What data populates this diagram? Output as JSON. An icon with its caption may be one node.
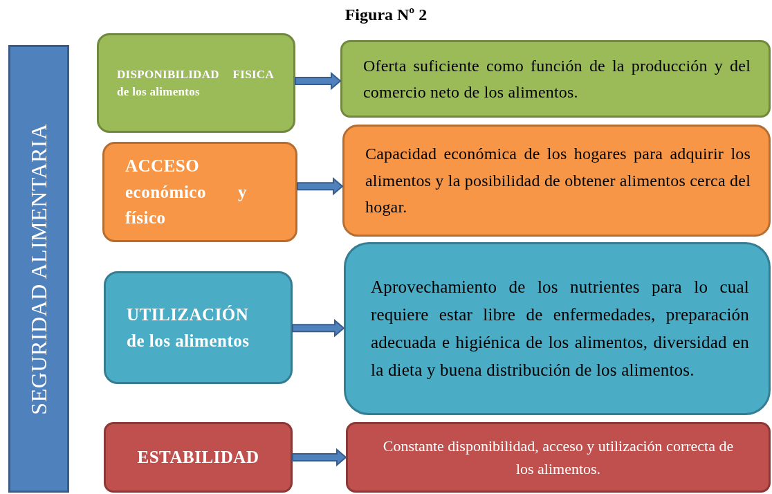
{
  "diagram": {
    "title": "Figura Nº 2",
    "nodes": [
      {
        "text": [
          "SEGURIDAD ALIMENTARIA"
        ]
      },
      {
        "text": [
          "DISPONIBILIDAD FISICA de los alimentos"
        ]
      },
      {
        "text": [
          "Oferta suficiente como función de la producción y del comercio neto de los alimentos."
        ]
      },
      {
        "text": [
          "ACCESO económico y físico"
        ]
      },
      {
        "text": [
          "Capacidad económica de los hogares para adquirir los alimentos y la posibilidad de obtener alimentos cerca del hogar."
        ]
      },
      {
        "text": [
          "UTILIZACIÓN de los alimentos"
        ]
      },
      {
        "text": [
          "Aprovechamiento de los nutrientes para lo cual requiere estar libre de enfermedades, preparación adecuada e higiénica de los alimentos, diversidad en la dieta y buena distribución de los alimentos."
        ]
      },
      {
        "text": [
          "ESTABILIDAD"
        ]
      },
      {
        "text": [
          "Constante disponibilidad, acceso y utilización correcta de los alimentos."
        ]
      }
    ],
    "edges": [
      {
        "from": 1,
        "to": 2,
        "arrow": "to"
      },
      {
        "from": 3,
        "to": 4,
        "arrow": "to"
      },
      {
        "from": 5,
        "to": 6,
        "arrow": "to"
      },
      {
        "from": 7,
        "to": 8,
        "arrow": "to"
      }
    ]
  }
}
